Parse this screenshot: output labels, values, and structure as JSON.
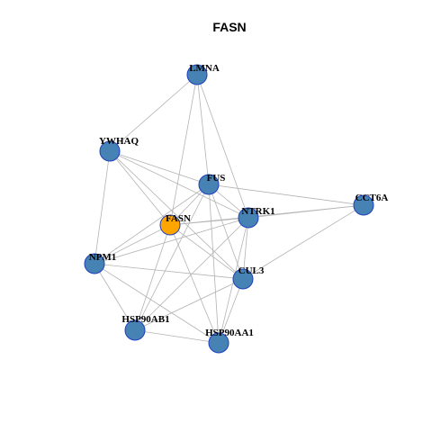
{
  "title": "FASN",
  "colors": {
    "node_fill": "#4682b4",
    "highlight_fill": "#ffa500",
    "node_border": "#1f3fbf",
    "edge": "#b3b3b3"
  },
  "network": {
    "nodes": [
      {
        "id": "LMNA",
        "label": "LMNA",
        "highlight": false
      },
      {
        "id": "YWHAQ",
        "label": "YWHAQ",
        "highlight": false
      },
      {
        "id": "FUS",
        "label": "FUS",
        "highlight": false
      },
      {
        "id": "FASN",
        "label": "FASN",
        "highlight": true
      },
      {
        "id": "NTRK1",
        "label": "NTRK1",
        "highlight": false
      },
      {
        "id": "CCT6A",
        "label": "CCT6A",
        "highlight": false
      },
      {
        "id": "NPM1",
        "label": "NPM1",
        "highlight": false
      },
      {
        "id": "CUL3",
        "label": "CUL3",
        "highlight": false
      },
      {
        "id": "HSP90AB1",
        "label": "HSP90AB1",
        "highlight": false
      },
      {
        "id": "HSP90AA1",
        "label": "HSP90AA1",
        "highlight": false
      }
    ],
    "edges": [
      [
        "LMNA",
        "YWHAQ"
      ],
      [
        "LMNA",
        "FUS"
      ],
      [
        "LMNA",
        "FASN"
      ],
      [
        "LMNA",
        "NTRK1"
      ],
      [
        "YWHAQ",
        "FUS"
      ],
      [
        "YWHAQ",
        "FASN"
      ],
      [
        "YWHAQ",
        "NTRK1"
      ],
      [
        "YWHAQ",
        "NPM1"
      ],
      [
        "YWHAQ",
        "CUL3"
      ],
      [
        "FUS",
        "FASN"
      ],
      [
        "FUS",
        "NTRK1"
      ],
      [
        "FUS",
        "CCT6A"
      ],
      [
        "FUS",
        "NPM1"
      ],
      [
        "FUS",
        "CUL3"
      ],
      [
        "FUS",
        "HSP90AB1"
      ],
      [
        "FUS",
        "HSP90AA1"
      ],
      [
        "FASN",
        "NTRK1"
      ],
      [
        "FASN",
        "CCT6A"
      ],
      [
        "FASN",
        "NPM1"
      ],
      [
        "FASN",
        "CUL3"
      ],
      [
        "FASN",
        "HSP90AB1"
      ],
      [
        "FASN",
        "HSP90AA1"
      ],
      [
        "NTRK1",
        "CCT6A"
      ],
      [
        "NTRK1",
        "NPM1"
      ],
      [
        "NTRK1",
        "CUL3"
      ],
      [
        "NTRK1",
        "HSP90AB1"
      ],
      [
        "NTRK1",
        "HSP90AA1"
      ],
      [
        "CCT6A",
        "CUL3"
      ],
      [
        "NPM1",
        "CUL3"
      ],
      [
        "NPM1",
        "HSP90AB1"
      ],
      [
        "NPM1",
        "HSP90AA1"
      ],
      [
        "CUL3",
        "HSP90AB1"
      ],
      [
        "CUL3",
        "HSP90AA1"
      ],
      [
        "HSP90AB1",
        "HSP90AA1"
      ]
    ]
  }
}
